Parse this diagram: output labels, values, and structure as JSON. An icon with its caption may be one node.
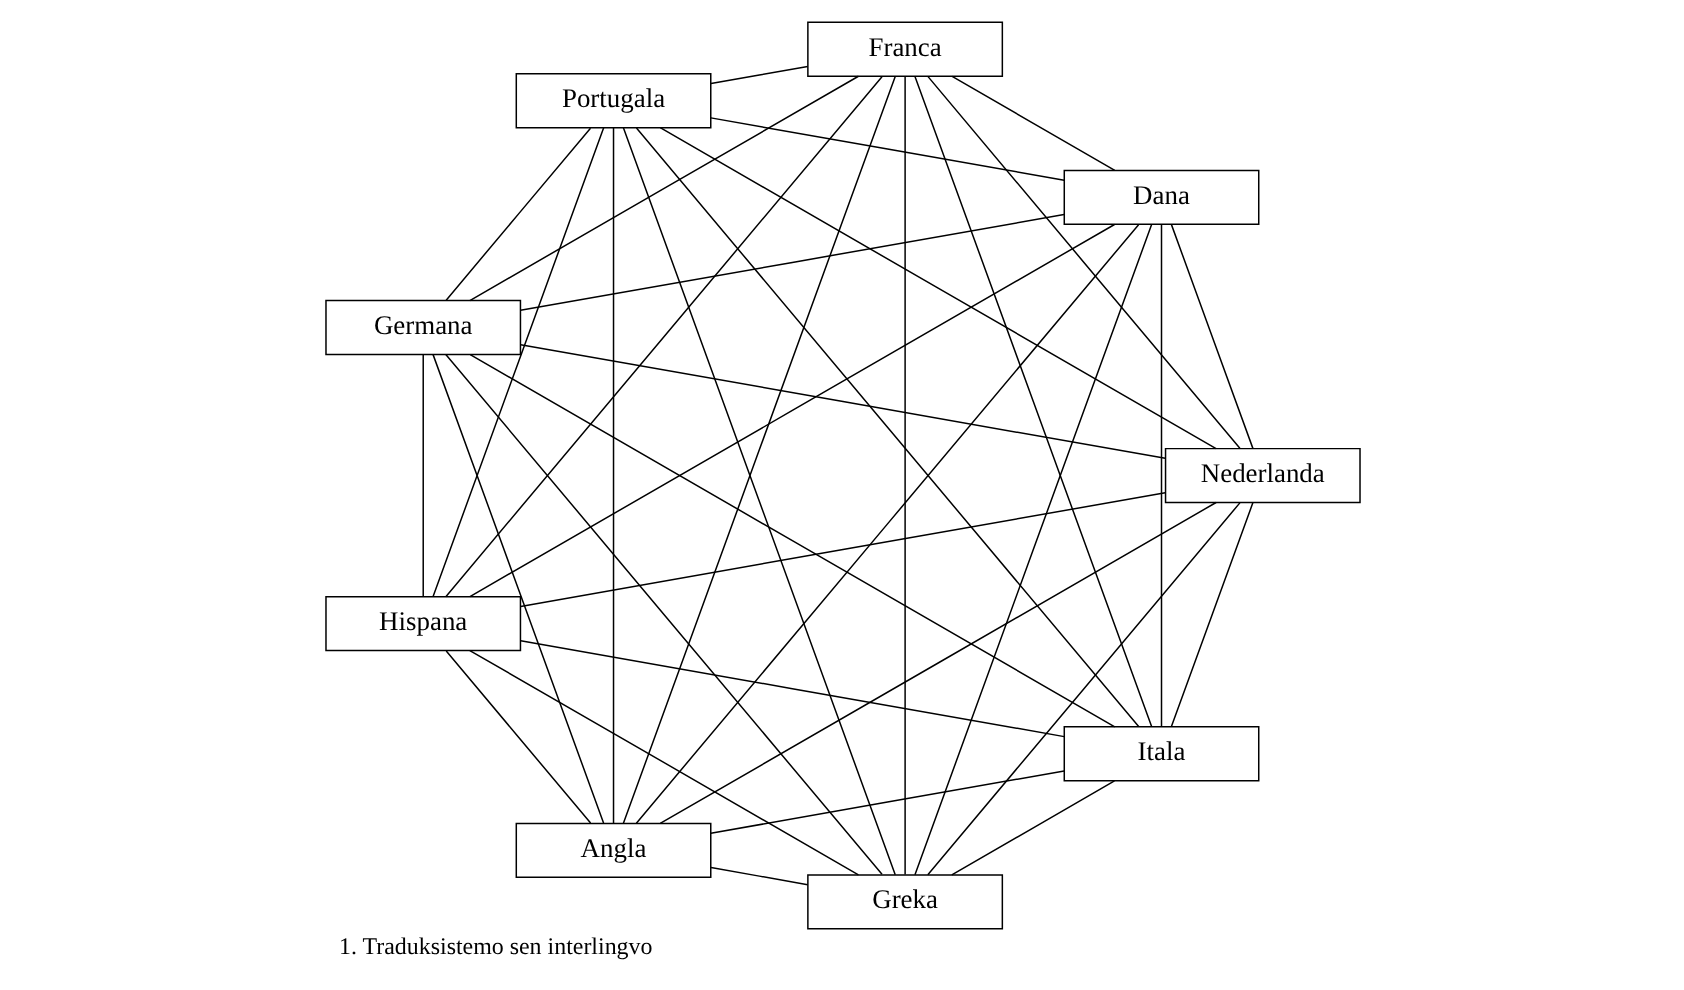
{
  "diagram": {
    "caption": "1. Traduksistemo sen interlingvo",
    "nodes": [
      {
        "text": [
          "Itala"
        ]
      },
      {
        "text": [
          "Nederlanda"
        ]
      },
      {
        "text": [
          "Angla"
        ]
      },
      {
        "text": [
          "Hispana"
        ]
      },
      {
        "text": [
          "Germana"
        ]
      },
      {
        "text": [
          "Portugala"
        ]
      },
      {
        "text": [
          "Franca"
        ]
      },
      {
        "text": [
          "Dana"
        ]
      },
      {
        "text": [
          "Greka"
        ]
      }
    ],
    "edges": [
      {
        "from": 0,
        "to": 1,
        "arrow": "none"
      },
      {
        "from": 0,
        "to": 2,
        "arrow": "none"
      },
      {
        "from": 0,
        "to": 3,
        "arrow": "none"
      },
      {
        "from": 0,
        "to": 4,
        "arrow": "none"
      },
      {
        "from": 0,
        "to": 5,
        "arrow": "none"
      },
      {
        "from": 0,
        "to": 6,
        "arrow": "none"
      },
      {
        "from": 0,
        "to": 7,
        "arrow": "none"
      },
      {
        "from": 0,
        "to": 8,
        "arrow": "none"
      },
      {
        "from": 1,
        "to": 2,
        "arrow": "none"
      },
      {
        "from": 1,
        "to": 3,
        "arrow": "none"
      },
      {
        "from": 1,
        "to": 4,
        "arrow": "none"
      },
      {
        "from": 1,
        "to": 5,
        "arrow": "none"
      },
      {
        "from": 1,
        "to": 6,
        "arrow": "none"
      },
      {
        "from": 1,
        "to": 7,
        "arrow": "none"
      },
      {
        "from": 1,
        "to": 8,
        "arrow": "none"
      },
      {
        "from": 2,
        "to": 3,
        "arrow": "none"
      },
      {
        "from": 2,
        "to": 4,
        "arrow": "none"
      },
      {
        "from": 2,
        "to": 5,
        "arrow": "none"
      },
      {
        "from": 2,
        "to": 6,
        "arrow": "none"
      },
      {
        "from": 2,
        "to": 7,
        "arrow": "none"
      },
      {
        "from": 2,
        "to": 8,
        "arrow": "none"
      },
      {
        "from": 3,
        "to": 4,
        "arrow": "none"
      },
      {
        "from": 3,
        "to": 5,
        "arrow": "none"
      },
      {
        "from": 3,
        "to": 6,
        "arrow": "none"
      },
      {
        "from": 3,
        "to": 7,
        "arrow": "none"
      },
      {
        "from": 3,
        "to": 8,
        "arrow": "none"
      },
      {
        "from": 4,
        "to": 5,
        "arrow": "none"
      },
      {
        "from": 4,
        "to": 6,
        "arrow": "none"
      },
      {
        "from": 4,
        "to": 7,
        "arrow": "none"
      },
      {
        "from": 4,
        "to": 8,
        "arrow": "none"
      },
      {
        "from": 5,
        "to": 6,
        "arrow": "none"
      },
      {
        "from": 5,
        "to": 7,
        "arrow": "none"
      },
      {
        "from": 5,
        "to": 8,
        "arrow": "none"
      },
      {
        "from": 6,
        "to": 7,
        "arrow": "none"
      },
      {
        "from": 6,
        "to": 8,
        "arrow": "none"
      },
      {
        "from": 7,
        "to": 8,
        "arrow": "none"
      }
    ]
  }
}
